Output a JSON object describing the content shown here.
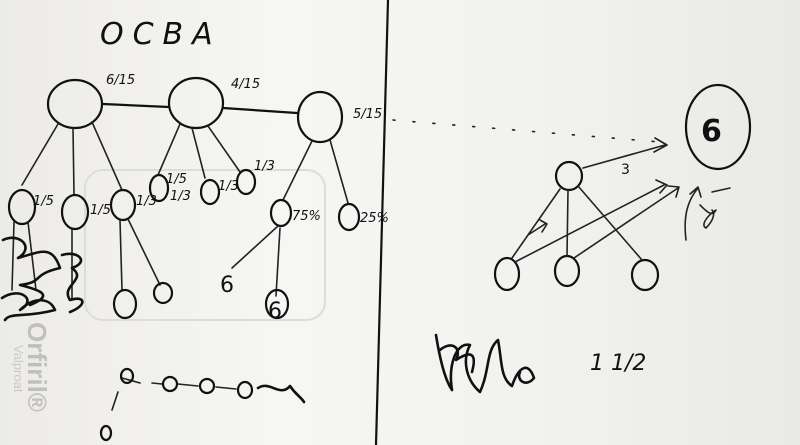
{
  "title": "OCBA",
  "left_tree": {
    "edge_labels": [
      "6/15",
      "4/15",
      "5/15"
    ],
    "leaf_labels": [
      "1/5",
      "1/5",
      "1/3",
      "1/5",
      "1/3",
      "1/3",
      "1/3",
      "75%",
      "25%"
    ],
    "lower_labels": [
      "6",
      "6"
    ]
  },
  "right_graph": {
    "result": "6",
    "edge_label": "3",
    "mixed_number": "1 1/2"
  },
  "watermark": {
    "logo_text": "Orfiril®",
    "sub_text": "Valproat"
  }
}
